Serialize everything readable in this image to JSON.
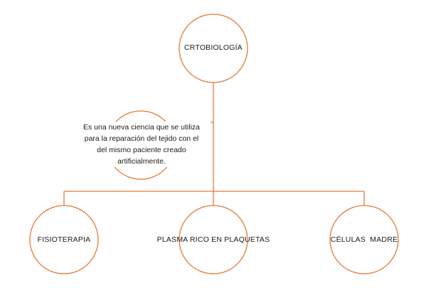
{
  "colors": {
    "connector": "#E07B39",
    "circle_stroke": "#E07B39",
    "text": "#1a1a1a",
    "background": "#ffffff"
  },
  "root": {
    "label": "CRTOBIOLOGÍA"
  },
  "description": {
    "lines": [
      "Es una nueva ciencia que se utiliza",
      "para la reparación del tejido con el",
      "del mismo paciente creado",
      "artificialmente."
    ]
  },
  "children": [
    {
      "label": "FISIOTERAPIA"
    },
    {
      "label": "PLASMA RICO EN PLAQUETAS"
    },
    {
      "label": "CÉLULAS  MADRE"
    }
  ]
}
